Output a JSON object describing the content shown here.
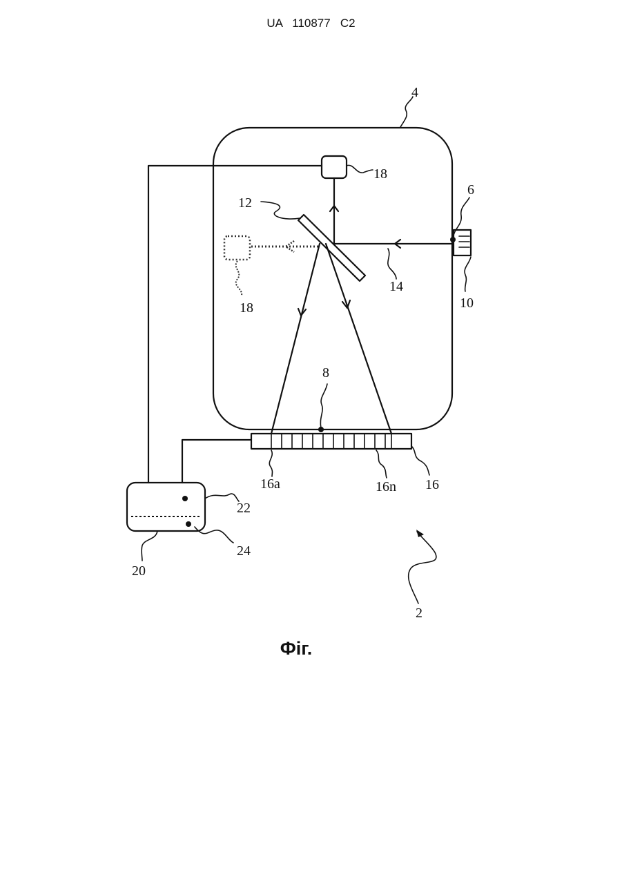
{
  "header": {
    "text": "UA   110877   C2"
  },
  "caption": "Фіг.",
  "labels": {
    "l2": "2",
    "l4": "4",
    "l6": "6",
    "l8": "8",
    "l10": "10",
    "l12": "12",
    "l14": "14",
    "l16": "16",
    "l16a": "16a",
    "l16n": "16n",
    "l18a": "18",
    "l18b": "18",
    "l20": "20",
    "l22": "22",
    "l24": "24"
  }
}
